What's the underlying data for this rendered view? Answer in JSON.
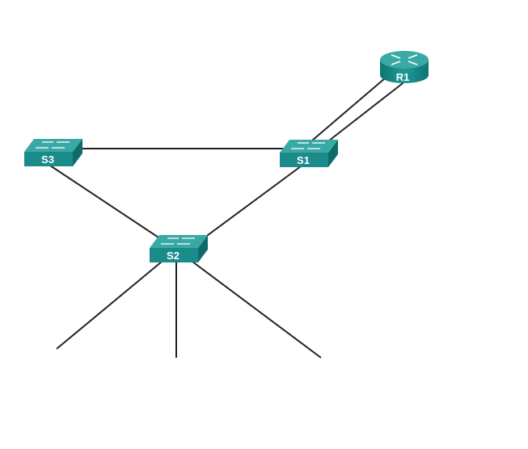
{
  "diagram": {
    "colors": {
      "device_front": "#1a8a8a",
      "device_top": "#3aa9a6",
      "device_side": "#0f6b6b",
      "link": "#222222"
    },
    "devices": [
      {
        "id": "R1",
        "label": "R1",
        "type": "router-icon"
      },
      {
        "id": "S1",
        "label": "S1",
        "type": "switch-icon"
      },
      {
        "id": "S2",
        "label": "S2",
        "type": "switch-icon"
      },
      {
        "id": "S3",
        "label": "S3",
        "type": "switch-icon"
      }
    ],
    "links": [
      {
        "from": "R1",
        "to": "S1",
        "count": 2
      },
      {
        "from": "S3",
        "to": "S1"
      },
      {
        "from": "S3",
        "to": "S2"
      },
      {
        "from": "S1",
        "to": "S2"
      },
      {
        "from": "S2",
        "to": "host-left"
      },
      {
        "from": "S2",
        "to": "host-center"
      },
      {
        "from": "S2",
        "to": "host-right"
      }
    ]
  }
}
